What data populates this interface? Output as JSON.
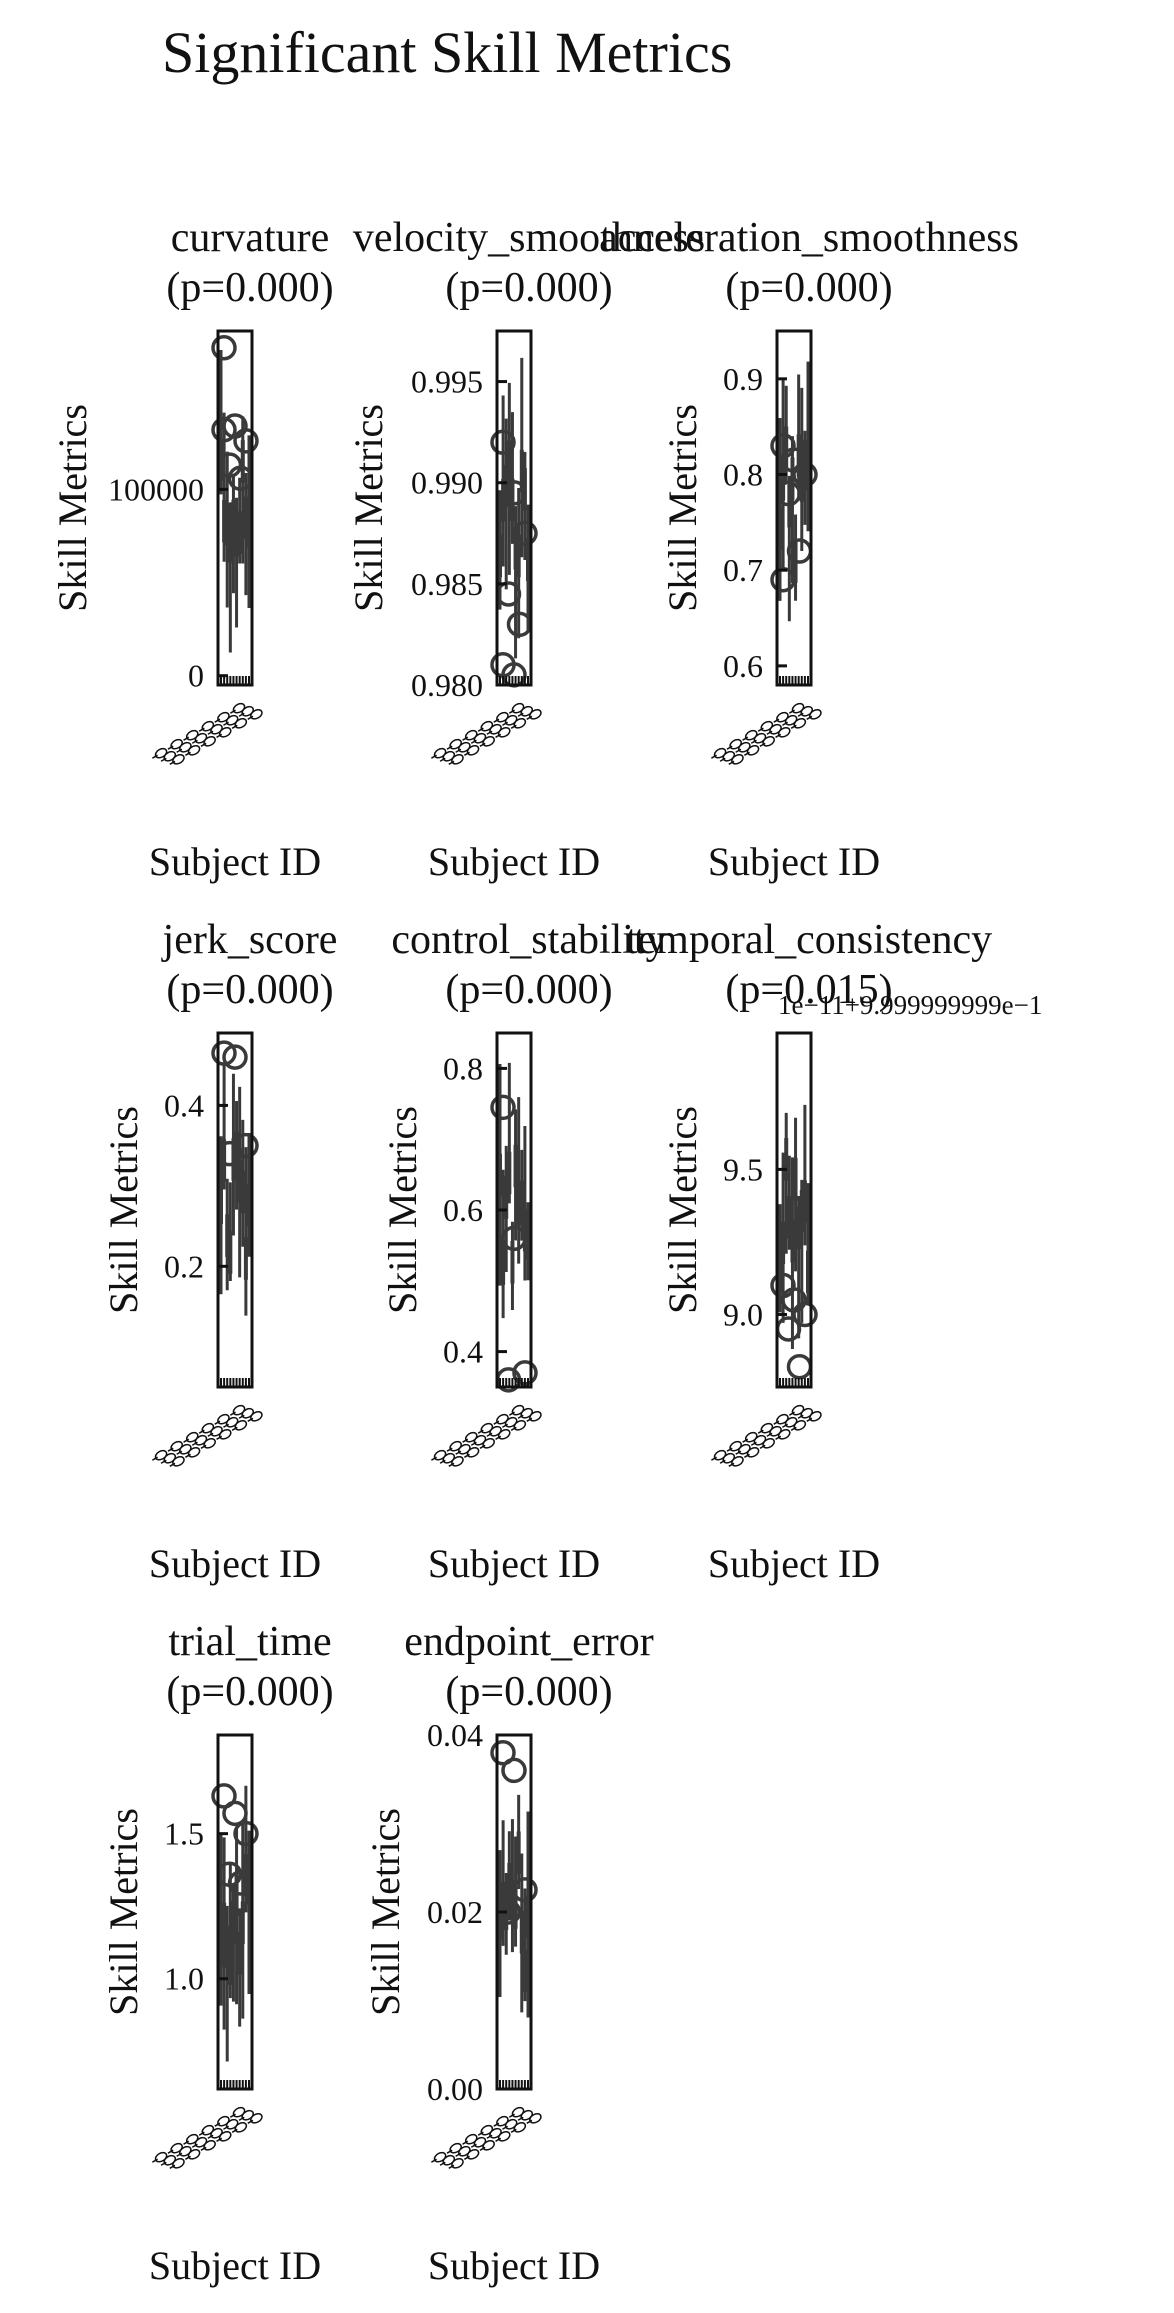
{
  "figure": {
    "title": "Significant Skill Metrics"
  },
  "chart_data": [
    {
      "type": "box",
      "title_line1": "curvature",
      "title_line2": "(p=0.000)",
      "xlabel": "Subject ID",
      "ylabel": "Skill Metrics",
      "ylim": [
        -5000,
        185000
      ],
      "yticks": [
        0,
        100000
      ],
      "ytick_labels": [
        "0",
        "100000"
      ],
      "outliers": [
        176000,
        134000,
        126000,
        113000,
        106000,
        132000
      ]
    },
    {
      "type": "box",
      "title_line1": "velocity_smoothness",
      "title_line2": "(p=0.000)",
      "xlabel": "Subject ID",
      "ylabel": "Skill Metrics",
      "ylim": [
        0.98,
        0.9975
      ],
      "yticks": [
        0.98,
        0.985,
        0.99,
        0.995
      ],
      "ytick_labels": [
        "0.980",
        "0.985",
        "0.990",
        "0.995"
      ],
      "outliers": [
        0.992,
        0.9895,
        0.9875,
        0.9845,
        0.983,
        0.981,
        0.9805
      ]
    },
    {
      "type": "box",
      "title_line1": "acceleration_smoothness",
      "title_line2": "(p=0.000)",
      "xlabel": "Subject ID",
      "ylabel": "Skill Metrics",
      "ylim": [
        0.58,
        0.95
      ],
      "yticks": [
        0.6,
        0.7,
        0.8,
        0.9
      ],
      "ytick_labels": [
        "0.6",
        "0.7",
        "0.8",
        "0.9"
      ],
      "outliers": [
        0.83,
        0.815,
        0.8,
        0.78,
        0.72,
        0.69
      ]
    },
    {
      "type": "box",
      "title_line1": "jerk_score",
      "title_line2": "(p=0.000)",
      "xlabel": "Subject ID",
      "ylabel": "Skill Metrics",
      "ylim": [
        0.05,
        0.49
      ],
      "yticks": [
        0.2,
        0.4
      ],
      "ytick_labels": [
        "0.2",
        "0.4"
      ],
      "outliers": [
        0.465,
        0.46,
        0.35,
        0.34
      ]
    },
    {
      "type": "box",
      "title_line1": "control_stability",
      "title_line2": "(p=0.000)",
      "xlabel": "Subject ID",
      "ylabel": "Skill Metrics",
      "ylim": [
        0.35,
        0.85
      ],
      "yticks": [
        0.4,
        0.6,
        0.8
      ],
      "ytick_labels": [
        "0.4",
        "0.6",
        "0.8"
      ],
      "outliers": [
        0.745,
        0.56,
        0.37,
        0.36
      ]
    },
    {
      "type": "box",
      "title_line1": "temporal_consistency",
      "title_line2": "(p=0.015)",
      "xlabel": "Subject ID",
      "ylabel": "Skill Metrics",
      "ylim": [
        8.75,
        9.97
      ],
      "yticks": [
        9.0,
        9.5
      ],
      "ytick_labels": [
        "9.0",
        "9.5"
      ],
      "offset_text": "1e−11+9.999999999e−1",
      "outliers": [
        9.1,
        9.05,
        9.0,
        8.95,
        8.82
      ]
    },
    {
      "type": "box",
      "title_line1": "trial_time",
      "title_line2": "(p=0.000)",
      "xlabel": "Subject ID",
      "ylabel": "Skill Metrics",
      "ylim": [
        0.62,
        1.84
      ],
      "yticks": [
        1.0,
        1.5
      ],
      "ytick_labels": [
        "1.0",
        "1.5"
      ],
      "outliers": [
        1.63,
        1.57,
        1.5,
        1.36,
        1.33
      ]
    },
    {
      "type": "box",
      "title_line1": "endpoint_error",
      "title_line2": "(p=0.000)",
      "xlabel": "Subject ID",
      "ylabel": "Skill Metrics",
      "ylim": [
        0,
        0.04
      ],
      "yticks": [
        0,
        0.02,
        0.04
      ],
      "ytick_labels": [
        "0.00",
        "0.02",
        "0.04"
      ],
      "outliers": [
        0.038,
        0.036,
        0.0225,
        0.02
      ]
    }
  ]
}
